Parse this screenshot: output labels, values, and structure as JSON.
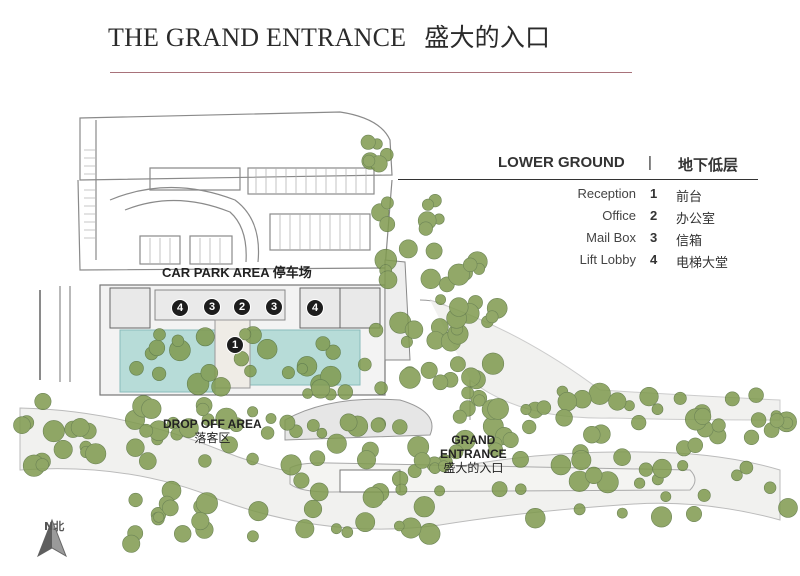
{
  "title": {
    "en": "THE GRAND ENTRANCE",
    "zh": "盛大的入口"
  },
  "legend": {
    "heading_en": "LOWER GROUND",
    "separator": "|",
    "heading_zh": "地下低层",
    "items": [
      {
        "en": "Reception",
        "num": "1",
        "zh": "前台"
      },
      {
        "en": "Office",
        "num": "2",
        "zh": "办公室"
      },
      {
        "en": "Mail Box",
        "num": "3",
        "zh": "信箱"
      },
      {
        "en": "Lift Lobby",
        "num": "4",
        "zh": "电梯大堂"
      }
    ]
  },
  "labels": {
    "car_park": "CAR PARK AREA 停车场",
    "drop_off_en": "DROP OFF AREA",
    "drop_off_zh": "落客区",
    "grand_en_1": "GRAND",
    "grand_en_2": "ENTRANCE",
    "grand_zh": "盛大的入口"
  },
  "markers": [
    "4",
    "3",
    "2",
    "3",
    "4",
    "1"
  ],
  "compass": "N北",
  "colors": {
    "title_rule": "#a8727a",
    "tree": "#7f9a4e",
    "pool": "#b7dcd8",
    "road": "#e6e6e6"
  }
}
